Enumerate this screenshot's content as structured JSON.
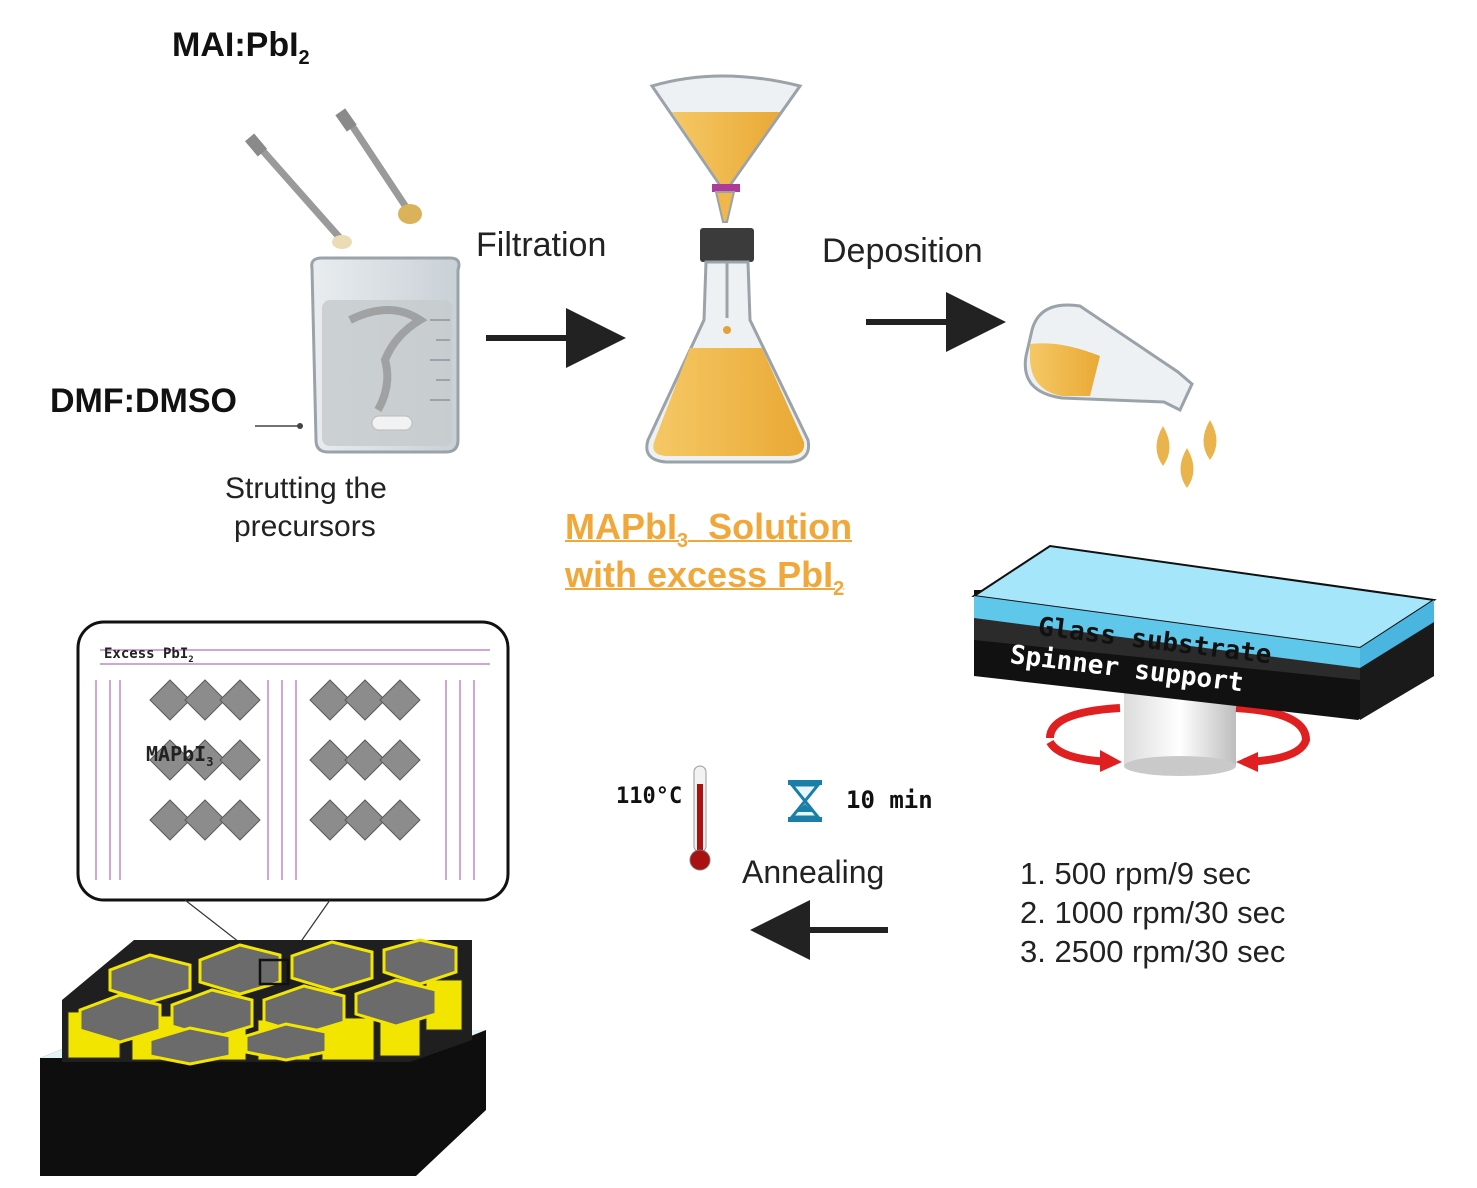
{
  "labels": {
    "mai_pbi2": {
      "main": "MAI:PbI",
      "sub": "2"
    },
    "dmf_dmso": "DMF:DMSO",
    "strutting_line1": "Strutting the",
    "strutting_line2": "precursors",
    "filtration": "Filtration",
    "deposition": "Deposition",
    "solution_line1": {
      "main": "MAPbI",
      "sub": "3",
      "tail": "  Solution"
    },
    "solution_line2": {
      "main": "with excess PbI",
      "sub": "2"
    },
    "glass_substrate": "Glass substrate",
    "spinner_support": "Spinner support",
    "temperature": "110°C",
    "time": "10 min",
    "annealing": "Annealing",
    "excess_pbi2": "Excess PbI",
    "excess_pbi2_sub": "2",
    "mapbi3": "MAPbI",
    "mapbi3_sub": "3"
  },
  "spin_steps": [
    "1.  500 rpm/9 sec",
    "2.  1000 rpm/30 sec",
    "3.  2500 rpm/30 sec"
  ],
  "colors": {
    "solution": "#f0b84a",
    "glass": "#9fe2f7",
    "grain_border": "#f2e500",
    "arrow": "#222222",
    "red_arrow": "#e02020",
    "label_orange": "#f0a83a"
  }
}
